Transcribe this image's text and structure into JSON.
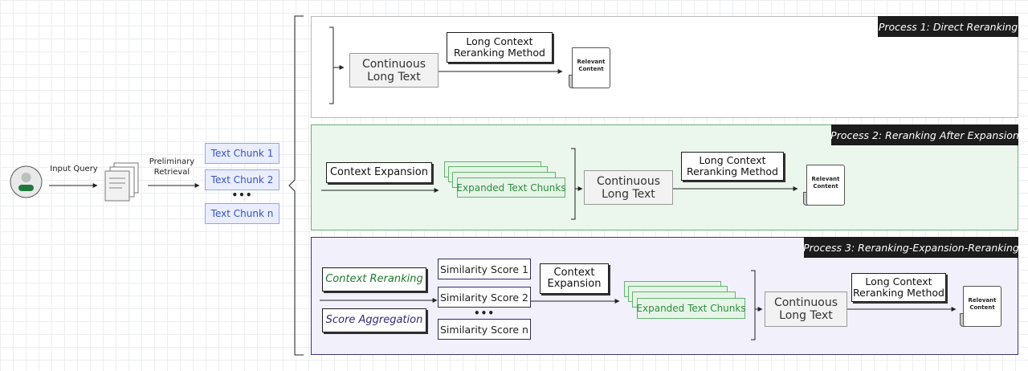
{
  "left": {
    "input_query_label": "Input Query",
    "preliminary_retrieval_label": "Preliminary\nRetrieval",
    "text_chunks": [
      "Text Chunk 1",
      "Text Chunk 2",
      "Text Chunk n"
    ],
    "ellipsis": "•••"
  },
  "process1": {
    "title": "Process 1: Direct Reranking",
    "continuous_text": "Continuous\nLong Text",
    "method": "Long Context\nReranking Method",
    "relevant": "Relevant\nContent"
  },
  "process2": {
    "title": "Process 2: Reranking After Expansion",
    "context_expansion": "Context Expansion",
    "expanded_chunks": "Expanded Text Chunks",
    "continuous_text": "Continuous\nLong Text",
    "method": "Long Context\nReranking Method",
    "relevant": "Relevant\nContent"
  },
  "process3": {
    "title": "Process 3: Reranking-Expansion-Reranking",
    "context_reranking": "Context Reranking",
    "score_aggregation": "Score Aggregation",
    "similarity_scores": [
      "Similarity Score 1",
      "Similarity Score 2",
      "Similarity Score n"
    ],
    "ellipsis": "•••",
    "context_expansion": "Context\nExpansion",
    "expanded_chunks": "Expanded Text Chunks",
    "continuous_text": "Continuous\nLong Text",
    "method": "Long Context\nReranking Method",
    "relevant": "Relevant\nContent"
  },
  "colors": {
    "process2_fill": "#ebf6ec",
    "process3_fill": "#f1f0fb",
    "chunk_text": "#3a52c4",
    "expanded_text": "#2f8d3d",
    "context_reranking_text": "#1e7a2c",
    "score_aggregation_text": "#2e2a7a"
  }
}
